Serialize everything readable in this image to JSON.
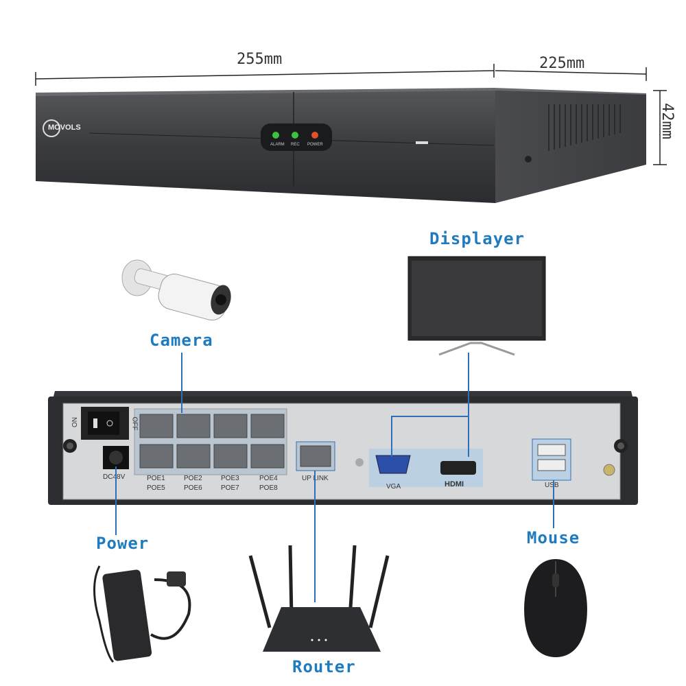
{
  "dimensions": {
    "width": "255mm",
    "depth": "225mm",
    "height": "42mm"
  },
  "front_panel": {
    "brand": "MOVOLS",
    "leds": [
      "ALARM",
      "REC",
      "POWER"
    ]
  },
  "rear_panel": {
    "switch_on": "ON",
    "switch_off": "OFF",
    "dc_label": "DC48V",
    "poe_top": [
      "POE1",
      "POE2",
      "POE3",
      "POE4"
    ],
    "poe_bottom": [
      "POE5",
      "POE6",
      "POE7",
      "POE8"
    ],
    "uplink": "UP LINK",
    "vga": "VGA",
    "hdmi": "HDMI",
    "usb": "USB"
  },
  "labels": {
    "camera": "Camera",
    "displayer": "Displayer",
    "power": "Power",
    "router": "Router",
    "mouse": "Mouse"
  },
  "colors": {
    "accent": "#1e7bbf",
    "line": "#2f6fb8",
    "device": "#3a3b3f"
  }
}
